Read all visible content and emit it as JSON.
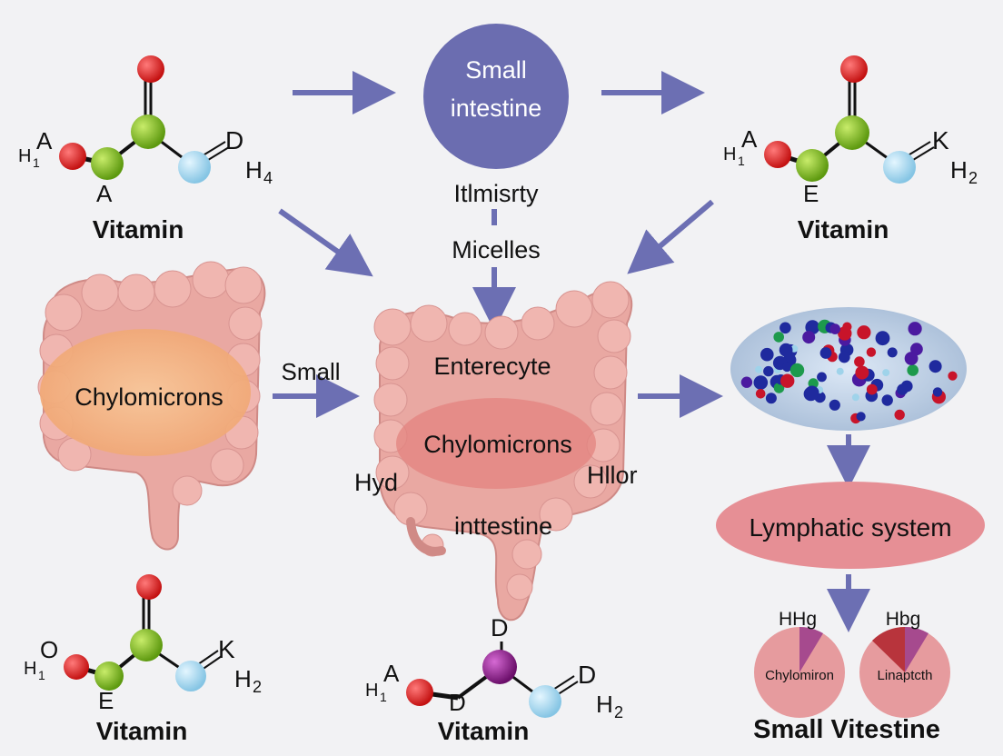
{
  "top_circle": {
    "line1": "Small",
    "line2": "intestine"
  },
  "mid_labels": {
    "itlmisrty": "Itlmisrty",
    "micelles": "Micelles",
    "small_arrow": "Small",
    "enterecyte": "Enterecyte",
    "chylomicrons_center": "Chylomicrons",
    "chylomicrons_left": "Chylomicrons",
    "hyd": "Hyd",
    "hllor": "Hllor",
    "inttestine": "inttestine"
  },
  "molecules": {
    "top_left": {
      "h_label": "H",
      "h_sub": "1",
      "a_label": "A",
      "bottom": "A",
      "right": "D",
      "right_h": "H",
      "right_sub": "4",
      "caption": "Vitamin"
    },
    "top_right": {
      "h_label": "H",
      "h_sub": "1",
      "a_label": "A",
      "bottom": "E",
      "right": "K",
      "right_h": "H",
      "right_sub": "2",
      "caption": "Vitamin"
    },
    "bottom_left": {
      "h_label": "H",
      "h_sub": "1",
      "a_label": "O",
      "bottom": "E",
      "right": "K",
      "right_h": "H",
      "right_sub": "2",
      "caption": "Vitamin"
    },
    "bottom_center": {
      "h_label": "H",
      "h_sub": "1",
      "a_label": "A",
      "bottom": "D",
      "top": "D",
      "right": "D",
      "right_h": "H",
      "right_sub": "2",
      "caption": "Vitamin"
    }
  },
  "lymphatic": {
    "label": "Lymphatic system"
  },
  "pies": {
    "left_title": "HHg",
    "left_label": "Chylomiron",
    "right_title": "Hbg",
    "right_label": "Linaptcth",
    "caption": "Small Vitestine"
  },
  "colors": {
    "arrow": "#6c6fb3",
    "circle": "#6b6db0",
    "intestine": "#e8a7a1",
    "oxygen": "#d81e1e",
    "carbon": "#7cb51d",
    "light": "#a9d8ee",
    "purple": "#8e1a8a",
    "pie": "#e69b9e"
  }
}
